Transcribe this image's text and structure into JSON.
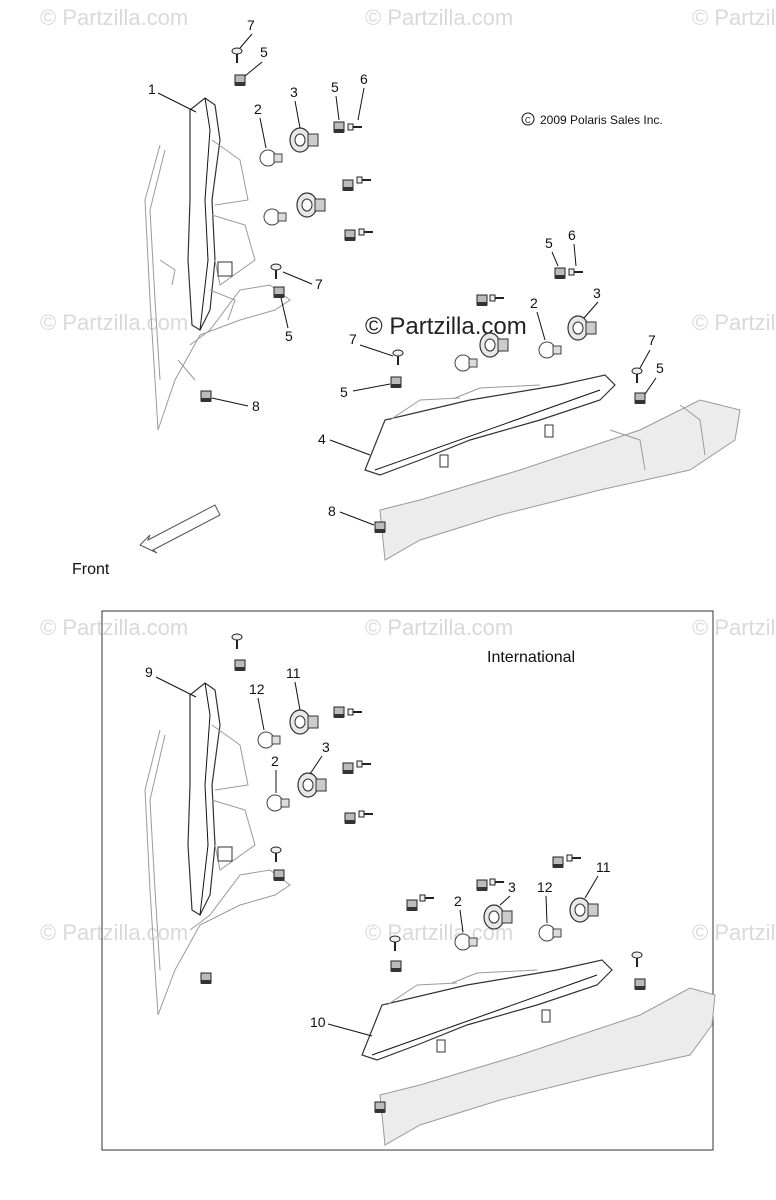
{
  "watermark": "© Partzilla.com",
  "copyright": "2009 Polaris Sales Inc.",
  "front_label": "Front",
  "international_label": "International",
  "labels": {
    "n1": "1",
    "n2": "2",
    "n3": "3",
    "n4": "4",
    "n5": "5",
    "n6": "6",
    "n7": "7",
    "n8": "8",
    "n9": "9",
    "n10": "10",
    "n11": "11",
    "n12": "12"
  }
}
